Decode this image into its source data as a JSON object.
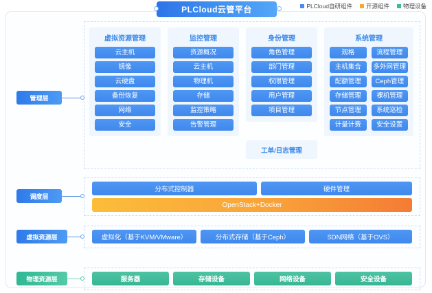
{
  "diagram": {
    "title": "PLCloud云管平台",
    "legend": [
      {
        "label": "PLCloud自研组件",
        "color": "#4a8bf0"
      },
      {
        "label": "开源组件",
        "color": "#f7a82e"
      },
      {
        "label": "物理设备",
        "color": "#3cba96"
      }
    ],
    "layers": [
      {
        "id": "management",
        "badge": "管理层",
        "badge_color": "#3d87ec",
        "columns": [
          {
            "title": "虚拟资源管理",
            "items": [
              "云主机",
              "镜像",
              "云硬盘",
              "备份恢复",
              "网络",
              "安全"
            ]
          },
          {
            "title": "监控管理",
            "items": [
              "资源概况",
              "云主机",
              "物理机",
              "存储",
              "监控策略",
              "告警管理"
            ]
          },
          {
            "title": "身份管理",
            "items": [
              "角色管理",
              "部门管理",
              "权限管理",
              "用户管理",
              "项目管理"
            ]
          },
          {
            "title": "系统管理",
            "left_items": [
              "规格",
              "主机集合",
              "配额管理",
              "存储管理",
              "节点管理",
              "计量计费"
            ],
            "right_items": [
              "流程管理",
              "多外网管理",
              "Ceph管理",
              "裸机管理",
              "系统巡检",
              "安全设置"
            ]
          }
        ],
        "ticket_panel": "工单/日志管理"
      },
      {
        "id": "scheduling",
        "badge": "调度层",
        "badge_color": "#3d87ec",
        "top_boxes": [
          "分布式控制器",
          "硬件管理"
        ],
        "bottom_bar": "OpenStack+Docker"
      },
      {
        "id": "virtual-resource",
        "badge": "虚拟资源层",
        "badge_color": "#3d87ec",
        "boxes": [
          "虚拟化（基于KVM/VMware）",
          "分布式存储（基于Ceph）",
          "SDN网络（基于OVS）"
        ]
      },
      {
        "id": "physical-resource",
        "badge": "物理资源层",
        "badge_color": "#36b694",
        "boxes": [
          "服务器",
          "存储设备",
          "网络设备",
          "安全设备"
        ]
      }
    ]
  }
}
